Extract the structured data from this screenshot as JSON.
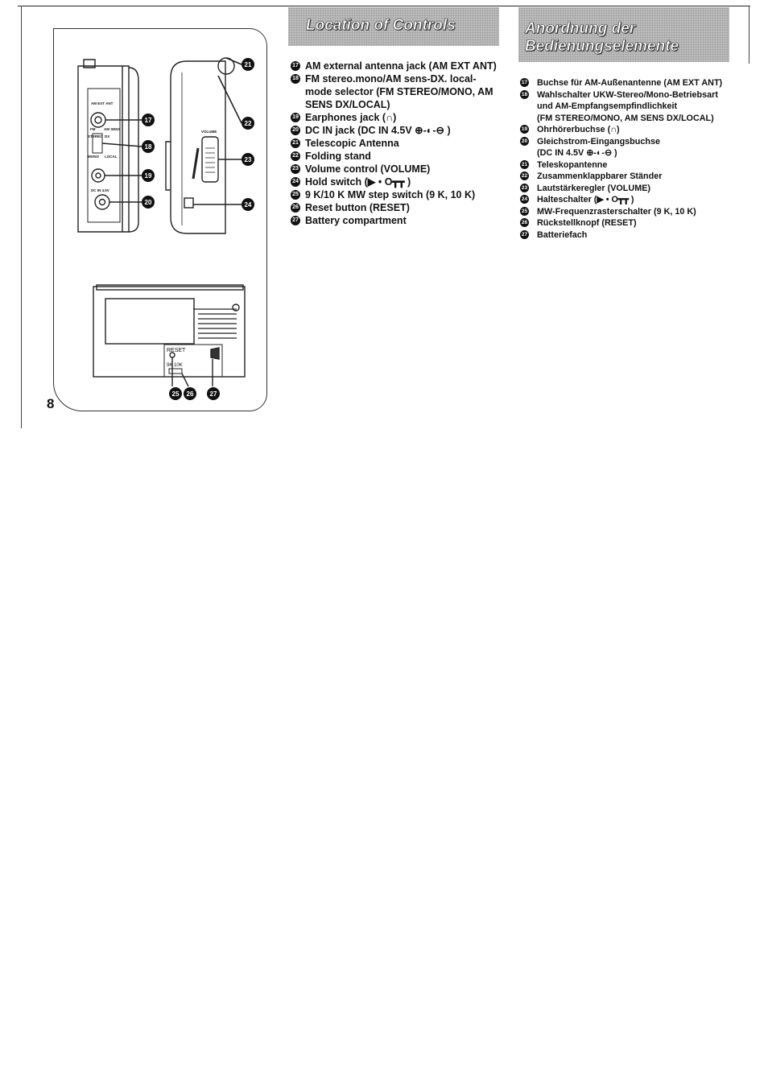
{
  "page": {
    "number": "8"
  },
  "headers": {
    "english": "Location of Controls",
    "german_line1": "Anordnung der",
    "german_line2": "Bedienungselemente"
  },
  "diagram": {
    "labels": {
      "am_ext_ant": "AM EXT ANT",
      "fm": "FM",
      "am_sens": "AM SENS",
      "stereo": "STEREO",
      "dx": "DX",
      "mono": "MONO",
      "local": "LOCAL",
      "dc_in": "DC IN 4.5V",
      "volume": "VOLUME",
      "reset": "RESET",
      "nine_ten_k": "9K 10K"
    },
    "callouts": [
      "17",
      "18",
      "19",
      "20",
      "21",
      "22",
      "23",
      "24",
      "25",
      "26",
      "27"
    ]
  },
  "english_items": [
    {
      "num": "17",
      "lines": [
        "AM external antenna jack (AM EXT ANT)"
      ]
    },
    {
      "num": "18",
      "lines": [
        "FM stereo.mono/AM sens-DX. local-mode selector (FM STEREO/MONO, AM SENS DX/LOCAL)"
      ]
    },
    {
      "num": "19",
      "lines": [
        "Earphones jack (∩)"
      ]
    },
    {
      "num": "20",
      "lines": [
        "DC IN jack (DC IN 4.5V ⊕-◐-⊖ )"
      ]
    },
    {
      "num": "21",
      "lines": [
        "Telescopic Antenna"
      ]
    },
    {
      "num": "22",
      "lines": [
        "Folding stand"
      ]
    },
    {
      "num": "23",
      "lines": [
        "Volume control (VOLUME)"
      ]
    },
    {
      "num": "24",
      "lines": [
        "Hold switch (▶ • O┳┳ )"
      ]
    },
    {
      "num": "25",
      "lines": [
        "9 K/10 K MW step switch (9 K, 10 K)"
      ]
    },
    {
      "num": "26",
      "lines": [
        "Reset button (RESET)"
      ]
    },
    {
      "num": "27",
      "lines": [
        "Battery compartment"
      ]
    }
  ],
  "german_items": [
    {
      "num": "17",
      "lines": [
        "Buchse für AM-Außenantenne (AM EXT ANT)"
      ]
    },
    {
      "num": "18",
      "lines": [
        "Wahlschalter UKW-Stereo/Mono-Betriebsart und AM-Empfangsempfindlichkeit",
        "(FM STEREO/MONO, AM SENS DX/LOCAL)"
      ]
    },
    {
      "num": "19",
      "lines": [
        "Ohrhörerbuchse (∩)"
      ]
    },
    {
      "num": "20",
      "lines": [
        "Gleichstrom-Eingangsbuchse",
        "(DC IN 4.5V ⊕-◐-⊖ )"
      ]
    },
    {
      "num": "21",
      "lines": [
        "Teleskopantenne"
      ]
    },
    {
      "num": "22",
      "lines": [
        "Zusammenklappbarer Ständer"
      ]
    },
    {
      "num": "23",
      "lines": [
        "Lautstärkeregler (VOLUME)"
      ]
    },
    {
      "num": "24",
      "lines": [
        "Halteschalter (▶ • O┳┳ )"
      ]
    },
    {
      "num": "25",
      "lines": [
        "MW-Frequenzrasterschalter (9 K, 10 K)"
      ]
    },
    {
      "num": "26",
      "lines": [
        "Rückstellknopf (RESET)"
      ]
    },
    {
      "num": "27",
      "lines": [
        "Batteriefach"
      ]
    }
  ]
}
